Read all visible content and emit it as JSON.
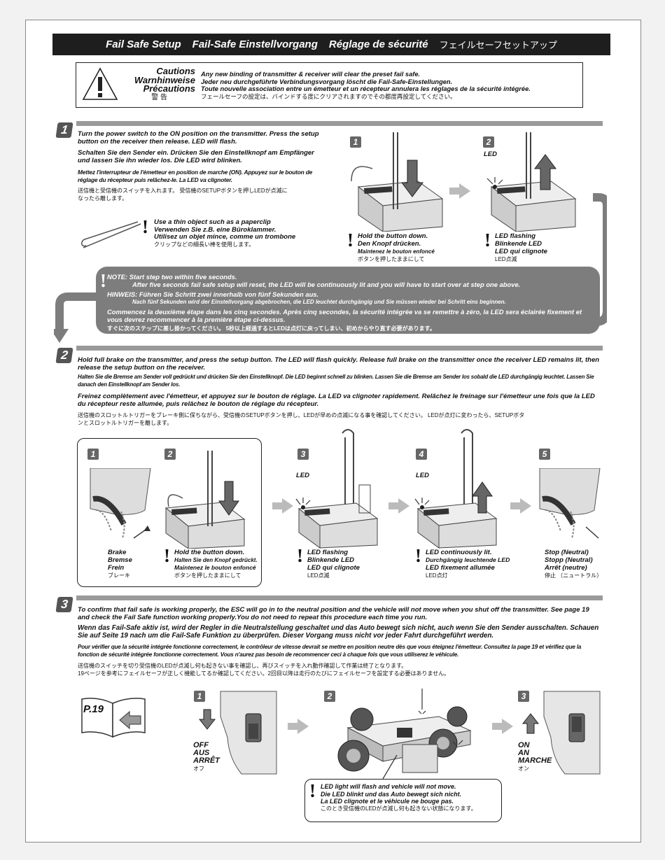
{
  "header": {
    "en": "Fail Safe Setup",
    "de": "Fail-Safe Einstellvorgang",
    "fr": "Réglage de sécurité",
    "ja": "フェイルセーフセットアップ"
  },
  "cautions": {
    "labels": [
      "Cautions",
      "Warnhinweise",
      "Précautions",
      "警 告"
    ],
    "lines": [
      "Any new binding of transmitter & receiver will clear the preset fail safe.",
      "Jeder neu durchgeführte Verbindungsvorgang löscht die Fail-Safe-Einstellungen.",
      "Toute nouvelle association entre un émetteur et un récepteur annulera les réglages de la sécurité intégrée.",
      "フェールセーフの設定は、バインドする度にクリアされますのでその都度再設定してください。"
    ]
  },
  "step1": {
    "number": "1",
    "en": "Turn the power switch to the ON position on the transmitter. Press the setup button on the receiver then release. LED will flash.",
    "de": "Schalten Sie den Sender ein. Drücken Sie den Einstellknopf am Empfänger und lassen Sie ihn wieder los. Die LED wird blinken.",
    "fr": "Mettez l'interrupteur de l'émetteur en position de marche (ON). Appuyez sur le bouton de réglage du récepteur puis relâchez-le. La LED va clignoter.",
    "ja": "送信機と受信機のスイッチを入れます。 受信機のSETUPボタンを押しLEDが点滅になったら離します。",
    "tip": [
      "Use a thin object such as a paperclip",
      "Verwenden Sie z.B. eine Büroklammer.",
      "Utilisez un objet mince, comme un trombone",
      "クリップなどの細長い棒を使用します。"
    ],
    "fig1": {
      "num": "1",
      "caption": [
        "Hold the button down.",
        "Den Knopf drücken.",
        "Maintenez le bouton enfoncé",
        "ボタンを押したままにして"
      ]
    },
    "fig2": {
      "num": "2",
      "led_label": "LED",
      "caption": [
        "LED flashing",
        "Blinkende LED",
        "LED qui clignote",
        "LED点滅"
      ]
    }
  },
  "note": {
    "en1": "NOTE: Start step two within five seconds.",
    "en2": "After five seconds fail safe setup will reset, the LED will be continuously lit and you will have to start over at step one above.",
    "de1": "HINWEIS: Führen Sie Schritt zwei innerhalb von fünf Sekunden aus.",
    "de2": "Nach fünf Sekunden wird der Einstellvorgang abgebrochen, die LED leuchtet durchgängig und Sie müssen wieder bei Schritt eins beginnen.",
    "fr": "Commencez la deuxième étape dans les cinq secondes. Après cinq secondes, la sécurité intégrée va se remettre à zéro, la LED sera éclairée fixement et vous devrez recommencer à la première étape ci-dessus.",
    "ja": "すぐに次のステップに差し掛かってください。 5秒以上経過するとLEDは点灯に戻ってしまい、初めからやり直す必要があります。"
  },
  "step2": {
    "number": "2",
    "en": "Hold full brake on the transmitter, and press the setup button. The LED will flash quickly. Release full brake on the transmitter once the receiver LED remains lit, then release the setup button on the receiver.",
    "de": "Halten Sie die Bremse am Sender voll gedrückt und drücken Sie den Einstellknopf. Die LED beginnt schnell zu blinken. Lassen Sie die Bremse am Sender los sobald die LED durchgängig leuchtet. Lassen Sie danach den Einstellknopf am Sender los.",
    "fr": "Freinez complètement avec l'émetteur, et appuyez sur le bouton de réglage. La LED va clignoter rapidement. Relâchez le freinage sur l'émetteur une fois que la LED du récepteur reste allumée, puis relâchez le bouton de réglage du récepteur.",
    "ja": "送信機のスロットルトリガーをブレーキ側に保ちながら、受信機のSETUPボタンを押し、LEDが早めの点滅になる事を確認してください。 LEDが点灯に変わったら、SETUPボタンとスロットルトリガーを離します。",
    "figs": [
      {
        "num": "1",
        "caption": [
          "Brake",
          "Bremse",
          "Frein",
          "ブレーキ"
        ]
      },
      {
        "num": "2",
        "caption": [
          "Hold the button down.",
          "Halten Sie den Knopf gedrückt.",
          "Maintenez le bouton enfoncé",
          "ボタンを押したままにして"
        ]
      },
      {
        "num": "3",
        "led_label": "LED",
        "caption": [
          "LED flashing",
          "Blinkende LED",
          "LED qui clignote",
          "LED点滅"
        ]
      },
      {
        "num": "4",
        "led_label": "LED",
        "caption": [
          "LED continuously lit.",
          "Durchgängig leuchtende LED",
          "LED fixement allumée",
          "LED点灯"
        ]
      },
      {
        "num": "5",
        "caption": [
          "Stop (Neutral)",
          "Stopp (Neutral)",
          "Arrêt (neutre)",
          "停止 （ニュートラル）"
        ]
      }
    ]
  },
  "step3": {
    "number": "3",
    "en": "To confirm that fail safe is working properly, the ESC will go in to the neutral position and the vehicle will not move when you shut off the transmitter. See page 19 and check the Fail Safe function working properly.You do not need to repeat this procedure each time you run.",
    "de": "Wenn das Fail-Safe aktiv ist, wird der Regler in die Neutralstellung geschaltet und das Auto bewegt sich nicht, auch wenn Sie den Sender ausschalten. Schauen Sie auf Seite 19 nach um die Fail-Safe Funktion zu überprüfen. Dieser Vorgang muss nicht vor jeder Fahrt durchgeführt werden.",
    "fr": "Pour vérifier que la sécurité intégrée fonctionne correctement, le contrôleur de vitesse devrait se mettre en position neutre dès que vous éteignez l'émetteur. Consultez la page 19 et vérifiez que la fonction de sécurité intégrée fonctionne correctement. Vous n'aurez pas besoin de recommencer ceci à chaque fois que vous utiliserez le véhicule.",
    "ja1": "送信機のスイッチを切り受信機のLEDが点滅し何も起きない事を確認し、再びスイッチを入れ動作確認して作業は終了となります。",
    "ja2": "19ページを参考にフェイルセーフが正しく機能してるか確認してください。2回目以降は走行のたびにフェイルセーフを設定する必要はありません。",
    "page_ref": "P.19",
    "fig1": {
      "num": "1",
      "caption": [
        "OFF",
        "AUS",
        "ARRÊT",
        "オフ"
      ]
    },
    "fig2": {
      "num": "2",
      "caption": [
        "LED light will flash and vehicle will not move.",
        "Die LED blinkt und das Auto bewegt sich nicht.",
        "La LED clignote et le véhicule ne bouge pas.",
        "このとき受信機のLEDが点滅し何も起きない状態になります。"
      ]
    },
    "fig3": {
      "num": "3",
      "caption": [
        "ON",
        "AN",
        "MARCHE",
        "オン"
      ]
    }
  }
}
